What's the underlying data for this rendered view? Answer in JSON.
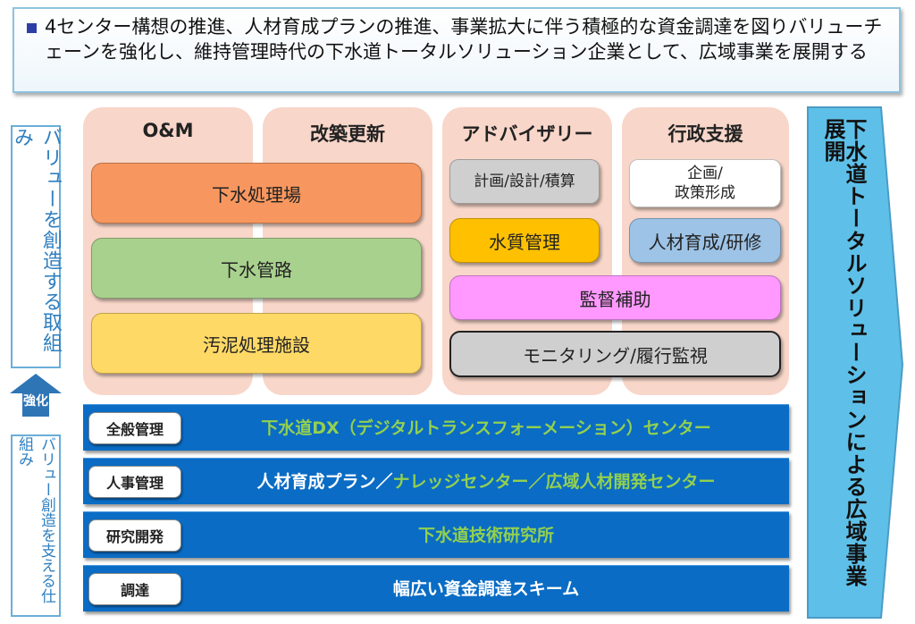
{
  "header": {
    "text": "4センター構想の推進、人材育成プランの推進、事業拡大に伴う積極的な資金調達を図りバリューチェーンを強化し、維持管理時代の下水道トータルソリューション企業として、広域事業を展開する"
  },
  "left": {
    "value_label": "バリューを創造する取組み",
    "strengthen_label": "強化",
    "support_label": "バリュー創造を支える仕組み"
  },
  "columns": {
    "om": "O&M",
    "reconstruction": "改築更新",
    "advisory": "アドバイザリー",
    "admin_support": "行政支援"
  },
  "boxes": {
    "treatment_plant": "下水処理場",
    "sewer_pipes": "下水管路",
    "sludge_facility": "汚泥処理施設",
    "planning_design": "計画/設計/積算",
    "water_quality": "水質管理",
    "planning_policy_1": "企画/",
    "planning_policy_2": "政策形成",
    "hr_training": "人材育成/研修",
    "supervision": "監督補助",
    "monitoring": "モニタリング/履行監視"
  },
  "bands": [
    {
      "tag": "全般管理",
      "parts": [
        {
          "text": "下水道DX（デジタルトランスフォーメーション）センター",
          "color": "#92d050"
        }
      ]
    },
    {
      "tag": "人事管理",
      "parts": [
        {
          "text": "人材育成プラン／",
          "color": "#ffffff"
        },
        {
          "text": "ナレッジセンター／広域人材開発センター",
          "color": "#92d050"
        }
      ]
    },
    {
      "tag": "研究開発",
      "parts": [
        {
          "text": "下水道技術研究所",
          "color": "#92d050"
        }
      ]
    },
    {
      "tag": "調達",
      "parts": [
        {
          "text": "幅広い資金調達スキーム",
          "color": "#ffffff"
        }
      ]
    }
  ],
  "right_arrow": {
    "text": "下水道トータルソリューションによる広域事業展開"
  },
  "colors": {
    "column_bg": "#f8d6c9",
    "orange": "#f7975f",
    "green": "#a9d18e",
    "yellow": "#ffd966",
    "gray": "#cfcfcf",
    "gold": "#ffc000",
    "light_blue": "#9dc3e6",
    "pink": "#ff99ff",
    "band_blue": "#0a6cc4",
    "arrow_blue": "#5ec0e8",
    "highlight_green": "#92d050"
  }
}
